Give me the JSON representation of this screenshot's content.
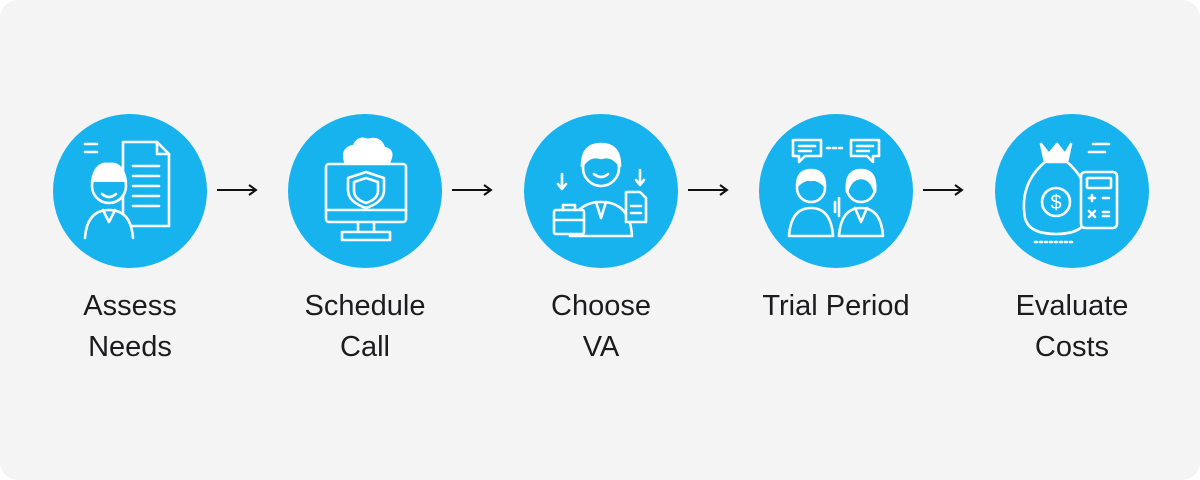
{
  "colors": {
    "accent": "#16b3ef",
    "background": "#f4f4f5",
    "text": "#1c1c1e",
    "arrow": "#111111"
  },
  "steps": [
    {
      "label": "Assess\nNeeds",
      "icon": "person-documents-icon"
    },
    {
      "label": "Schedule\nCall",
      "icon": "computer-shield-icon"
    },
    {
      "label": "Choose\nVA",
      "icon": "person-briefcase-icon"
    },
    {
      "label": "Trial Period",
      "icon": "two-people-chat-icon"
    },
    {
      "label": "Evaluate\nCosts",
      "icon": "money-bag-calculator-icon"
    }
  ]
}
